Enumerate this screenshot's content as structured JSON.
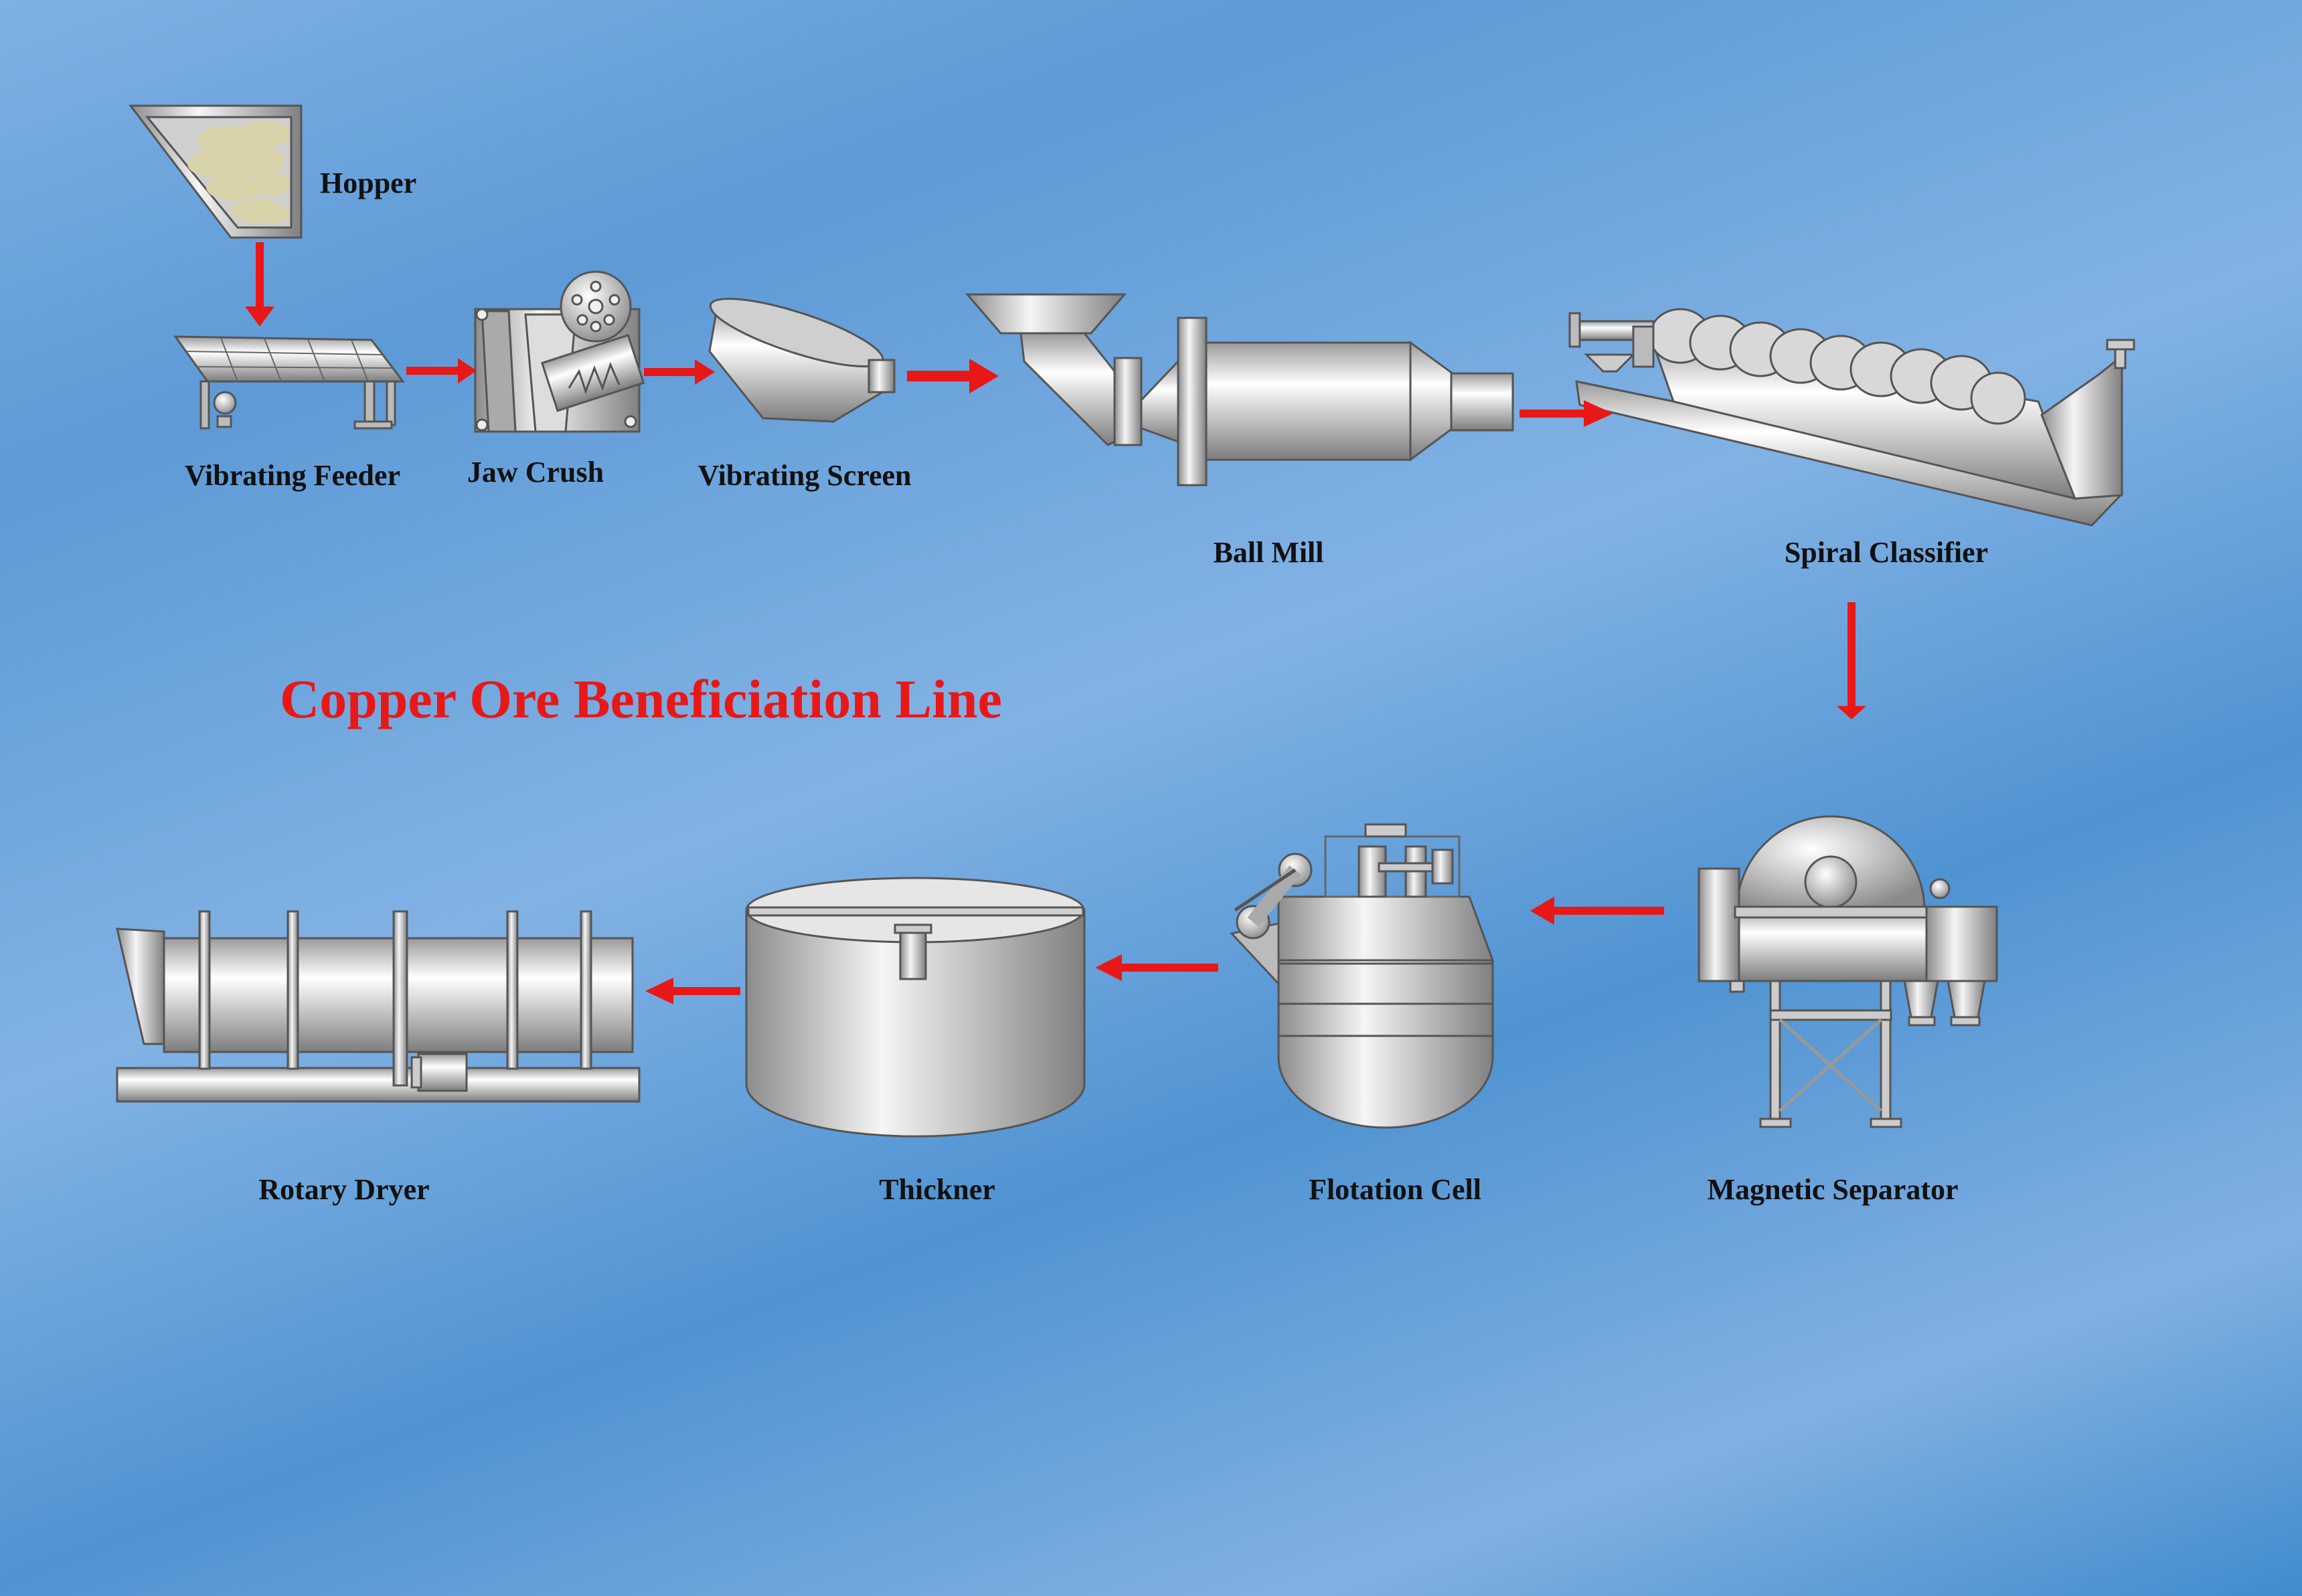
{
  "title": "Copper Ore Beneficiation Line",
  "labels": {
    "hopper": "Hopper",
    "vibrating_feeder": "Vibrating Feeder",
    "jaw_crush": "Jaw Crush",
    "vibrating_screen": "Vibrating Screen",
    "ball_mill": "Ball Mill",
    "spiral_classifier": "Spiral Classifier",
    "magnetic_separator": "Magnetic Separator",
    "flotation_cell": "Flotation Cell",
    "thickner": "Thickner",
    "rotary_dryer": "Rotary Dryer"
  },
  "colors": {
    "arrow": "#e81818",
    "metal": "#c8c8c8",
    "outline": "#555555",
    "ore": "#d8d3a8"
  }
}
